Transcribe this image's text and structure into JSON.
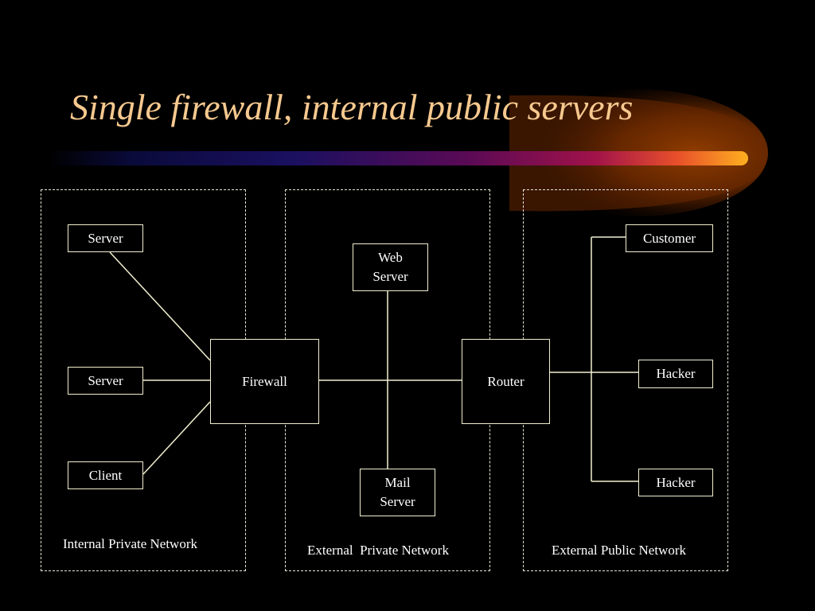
{
  "slide": {
    "title": "Single firewall, internal public servers"
  },
  "zones": {
    "internal": "Internal Private Network",
    "external_private": "External  Private Network",
    "external_public": "External Public Network"
  },
  "nodes": {
    "server1": "Server",
    "server2": "Server",
    "client": "Client",
    "firewall": "Firewall",
    "web_server_line1": "Web",
    "web_server_line2": "Server",
    "mail_server_line1": "Mail",
    "mail_server_line2": "Server",
    "router": "Router",
    "customer": "Customer",
    "hacker1": "Hacker",
    "hacker2": "Hacker"
  },
  "colors": {
    "title": "#f7c98f",
    "line": "#f2efcf",
    "banner_start": "#000033",
    "banner_end": "#ff9900"
  }
}
